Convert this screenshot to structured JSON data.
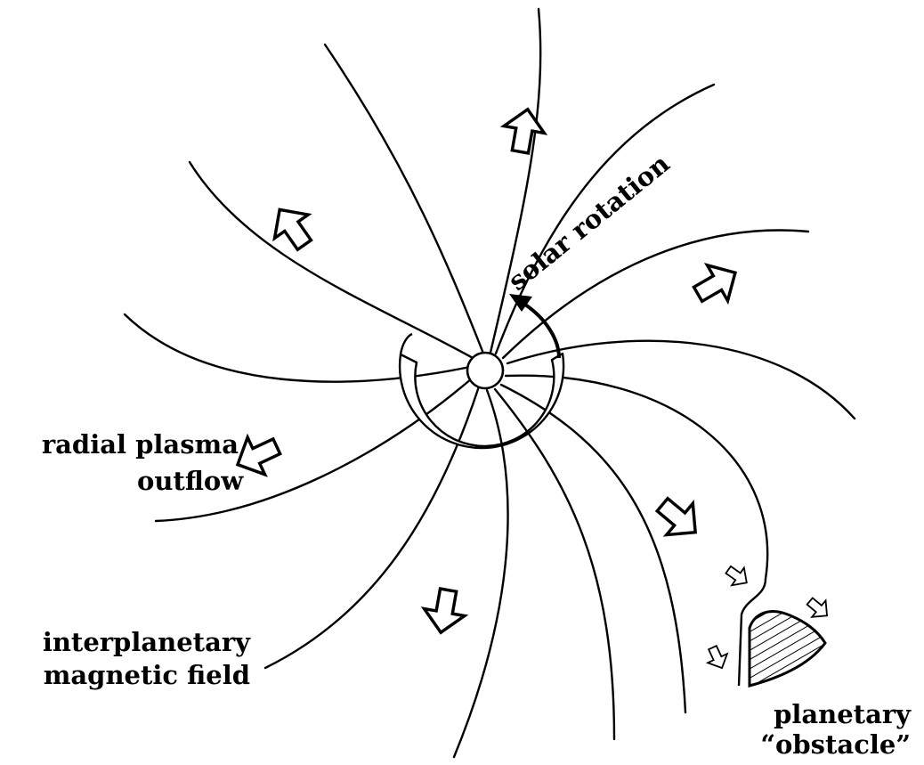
{
  "labels": {
    "solar_rotation": "solar rotation",
    "radial_outflow_line1": "radial plasma",
    "radial_outflow_line2": "outflow",
    "imf_line1": "interplanetary",
    "imf_line2": "magnetic field",
    "planet_line1": "planetary",
    "planet_line2": "“obstacle”"
  },
  "colors": {
    "ink": "#000000",
    "paper": "#ffffff"
  }
}
